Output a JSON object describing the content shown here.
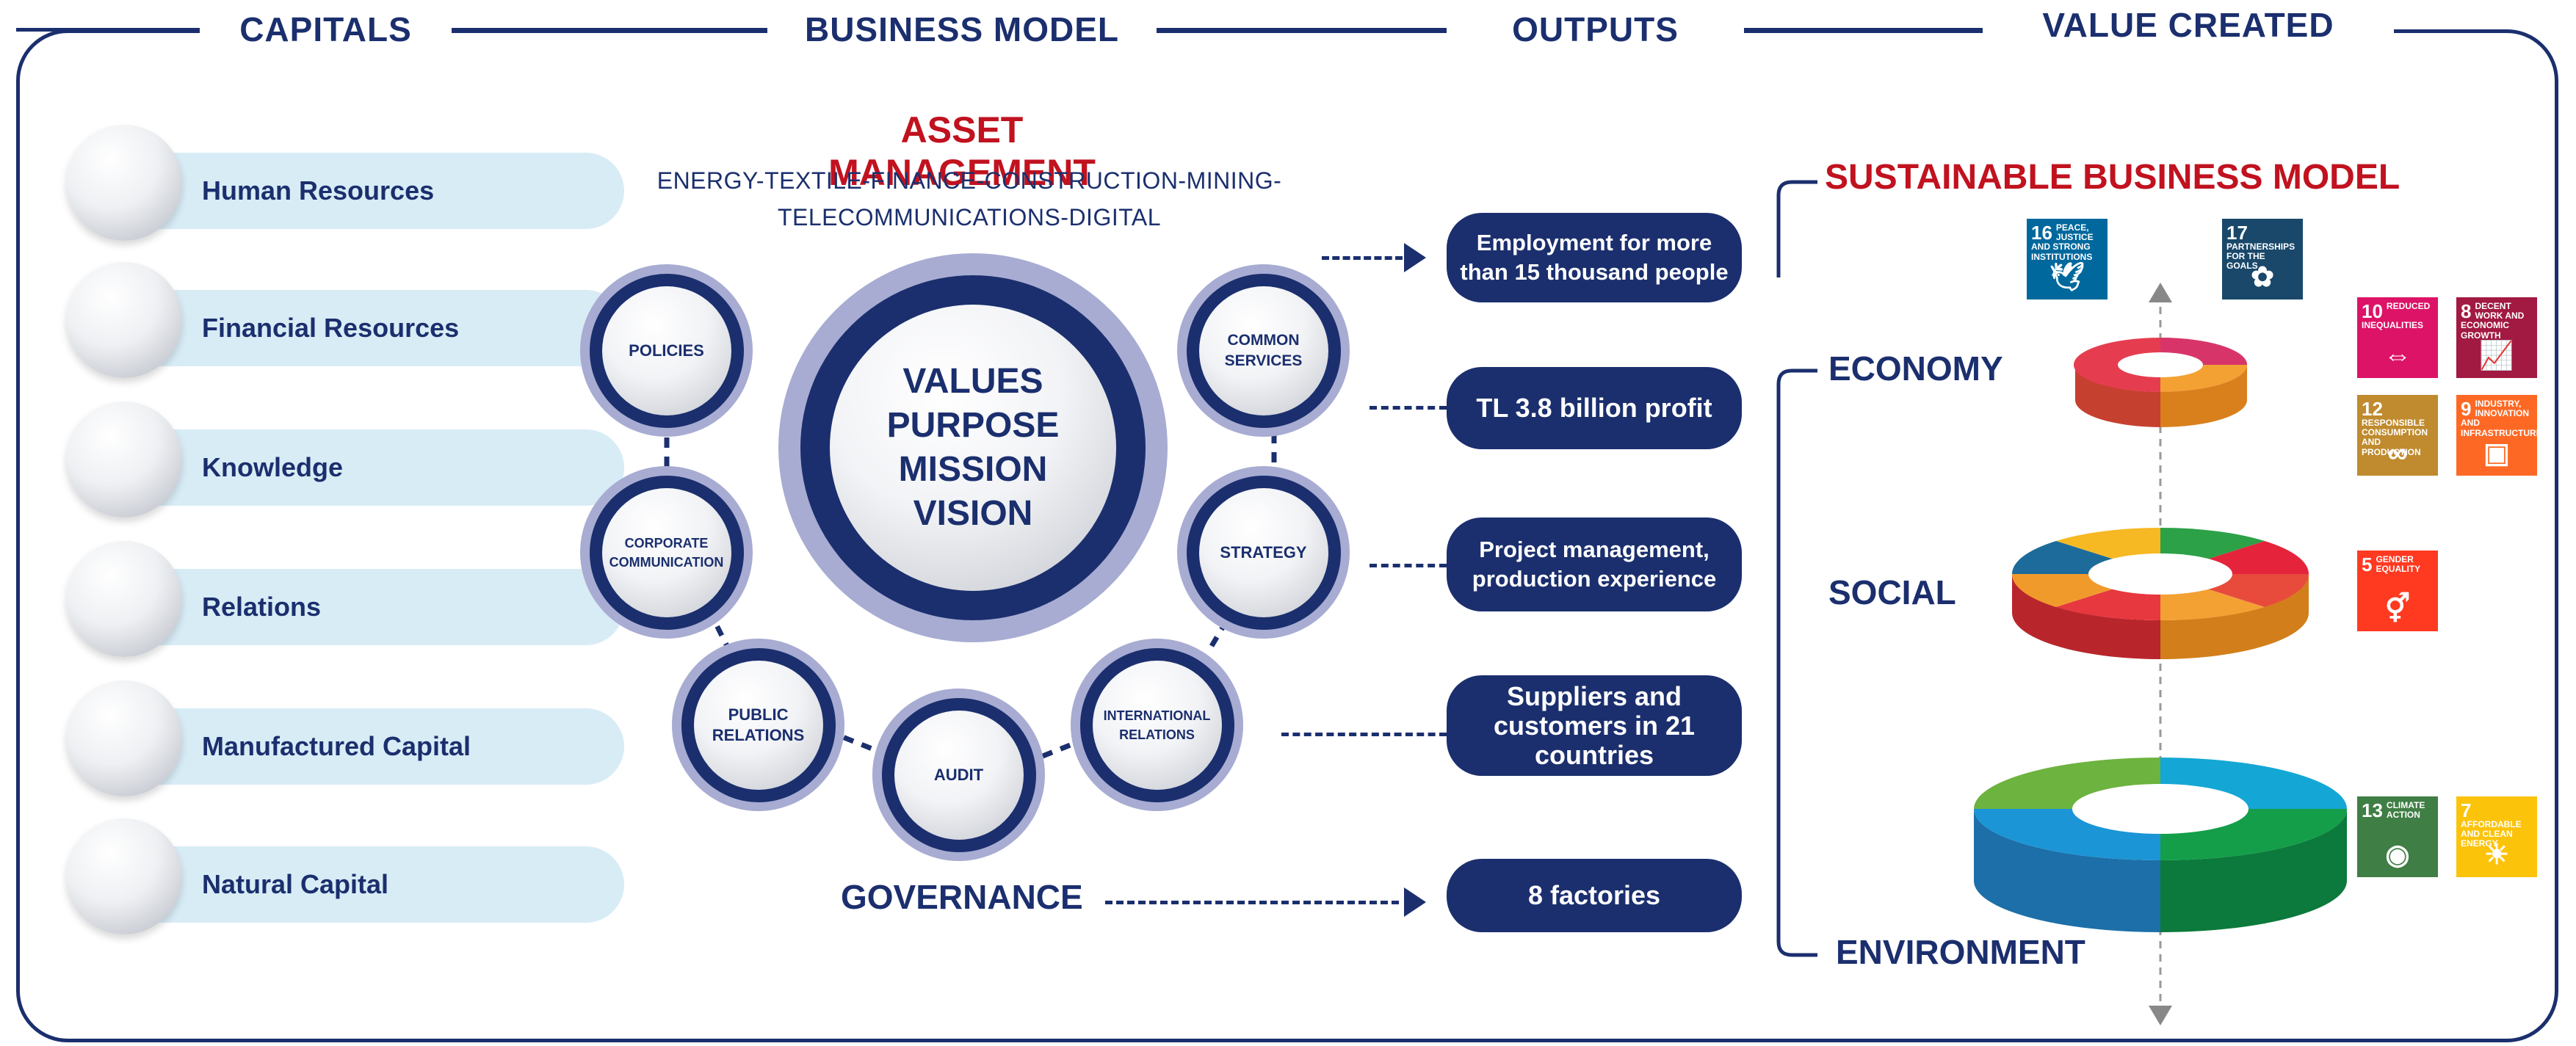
{
  "headers": {
    "capitals": "CAPITALS",
    "business_model": "BUSINESS MODEL",
    "outputs": "OUTPUTS",
    "value_created": "VALUE CREATED"
  },
  "capitals": [
    "Human Resources",
    "Financial Resources",
    "Knowledge",
    "Relations",
    "Manufactured Capital",
    "Natural Capital"
  ],
  "business_model": {
    "title": "ASSET MANAGEMENT",
    "sectors_line1": "ENERGY-TEXTILE-FINANCE-CONSTRUCTION-MINING-",
    "sectors_line2": "TELECOMMUNICATIONS-DIGITAL",
    "center": [
      "VALUES",
      "PURPOSE",
      "MISSION",
      "VISION"
    ],
    "nodes": {
      "policies": "POLICIES",
      "corporate_communication": "CORPORATE COMMUNICATION",
      "public_relations": "PUBLIC RELATIONS",
      "audit": "AUDIT",
      "international_relations": "INTERNATIONAL RELATIONS",
      "strategy": "STRATEGY",
      "common_services": "COMMON SERVICES"
    },
    "governance": "GOVERNANCE"
  },
  "outputs": [
    "Employment for more than 15 thousand people",
    "TL 3.8 billion profit",
    "Project management, production experience",
    "Suppliers and customers in 21 countries",
    "8 factories"
  ],
  "value_created": {
    "title": "SUSTAINABLE BUSINESS MODEL",
    "levels": {
      "economy": "ECONOMY",
      "social": "SOCIAL",
      "environment": "ENVIRONMENT"
    },
    "sdgs": [
      {
        "num": "16",
        "label": "PEACE, JUSTICE AND STRONG INSTITUTIONS",
        "color": "#00689d",
        "icon": "dove-icon"
      },
      {
        "num": "17",
        "label": "PARTNERSHIPS FOR THE GOALS",
        "color": "#19486a",
        "icon": "flower-icon"
      },
      {
        "num": "10",
        "label": "REDUCED INEQUALITIES",
        "color": "#dd1367",
        "icon": "arrows-icon"
      },
      {
        "num": "8",
        "label": "DECENT WORK AND ECONOMIC GROWTH",
        "color": "#a21942",
        "icon": "growth-icon"
      },
      {
        "num": "12",
        "label": "RESPONSIBLE CONSUMPTION AND PRODUCTION",
        "color": "#bf8b2e",
        "icon": "infinity-icon"
      },
      {
        "num": "9",
        "label": "INDUSTRY, INNOVATION AND INFRASTRUCTURE",
        "color": "#fd6925",
        "icon": "cubes-icon"
      },
      {
        "num": "5",
        "label": "GENDER EQUALITY",
        "color": "#ff3a21",
        "icon": "gender-icon"
      },
      {
        "num": "13",
        "label": "CLIMATE ACTION",
        "color": "#3f7e44",
        "icon": "eye-globe-icon"
      },
      {
        "num": "7",
        "label": "AFFORDABLE AND CLEAN ENERGY",
        "color": "#fcc30b",
        "icon": "sun-icon"
      }
    ]
  },
  "colors": {
    "navy": "#1b2f6e",
    "red": "#c1121f",
    "pill": "#d8ecf6"
  }
}
